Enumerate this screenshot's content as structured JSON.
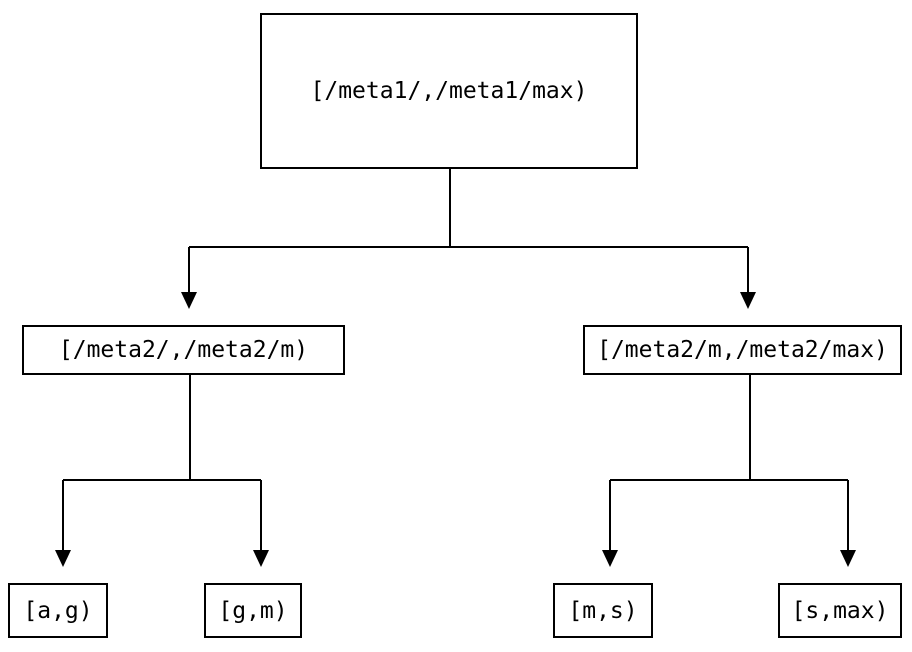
{
  "diagram": {
    "type": "tree",
    "background_color": "#ffffff",
    "line_color": "#000000",
    "text_color": "#000000",
    "nodes": {
      "root": {
        "label": "[/meta1/,/meta1/max)"
      },
      "left": {
        "label": "[/meta2/,/meta2/m)"
      },
      "right": {
        "label": "[/meta2/m,/meta2/max)"
      },
      "leaf_ag": {
        "label": "[a,g)"
      },
      "leaf_gm": {
        "label": "[g,m)"
      },
      "leaf_ms": {
        "label": "[m,s)"
      },
      "leaf_smax": {
        "label": "[s,max)"
      }
    },
    "edges": [
      {
        "from": "root",
        "to": "left"
      },
      {
        "from": "root",
        "to": "right"
      },
      {
        "from": "left",
        "to": "leaf_ag"
      },
      {
        "from": "left",
        "to": "leaf_gm"
      },
      {
        "from": "right",
        "to": "leaf_ms"
      },
      {
        "from": "right",
        "to": "leaf_smax"
      }
    ]
  }
}
